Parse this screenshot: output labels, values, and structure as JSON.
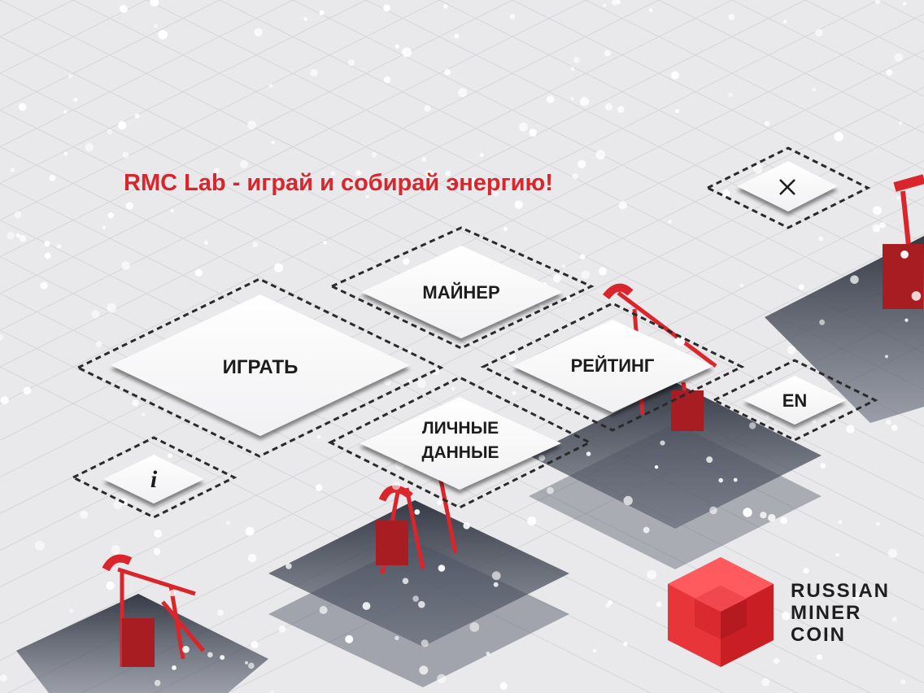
{
  "header": {
    "title": "RMC Lab - играй и собирай энергию!"
  },
  "menu": {
    "close_icon": "close-icon",
    "play_label": "ИГРАТЬ",
    "miner_label": "МАЙНЕР",
    "rating_label": "РЕЙТИНГ",
    "personal_line1": "ЛИЧНЫЕ",
    "personal_line2": "ДАННЫЕ",
    "language_label": "EN",
    "info_label": "i"
  },
  "logo": {
    "line1": "RUSSIAN",
    "line2": "MINER",
    "line3": "COIN"
  },
  "colors": {
    "accent": "#d8262c",
    "text": "#1c1c1c",
    "background": "#e9e9eb",
    "tile": "#ffffff",
    "shadow": "#3a3f4c"
  }
}
